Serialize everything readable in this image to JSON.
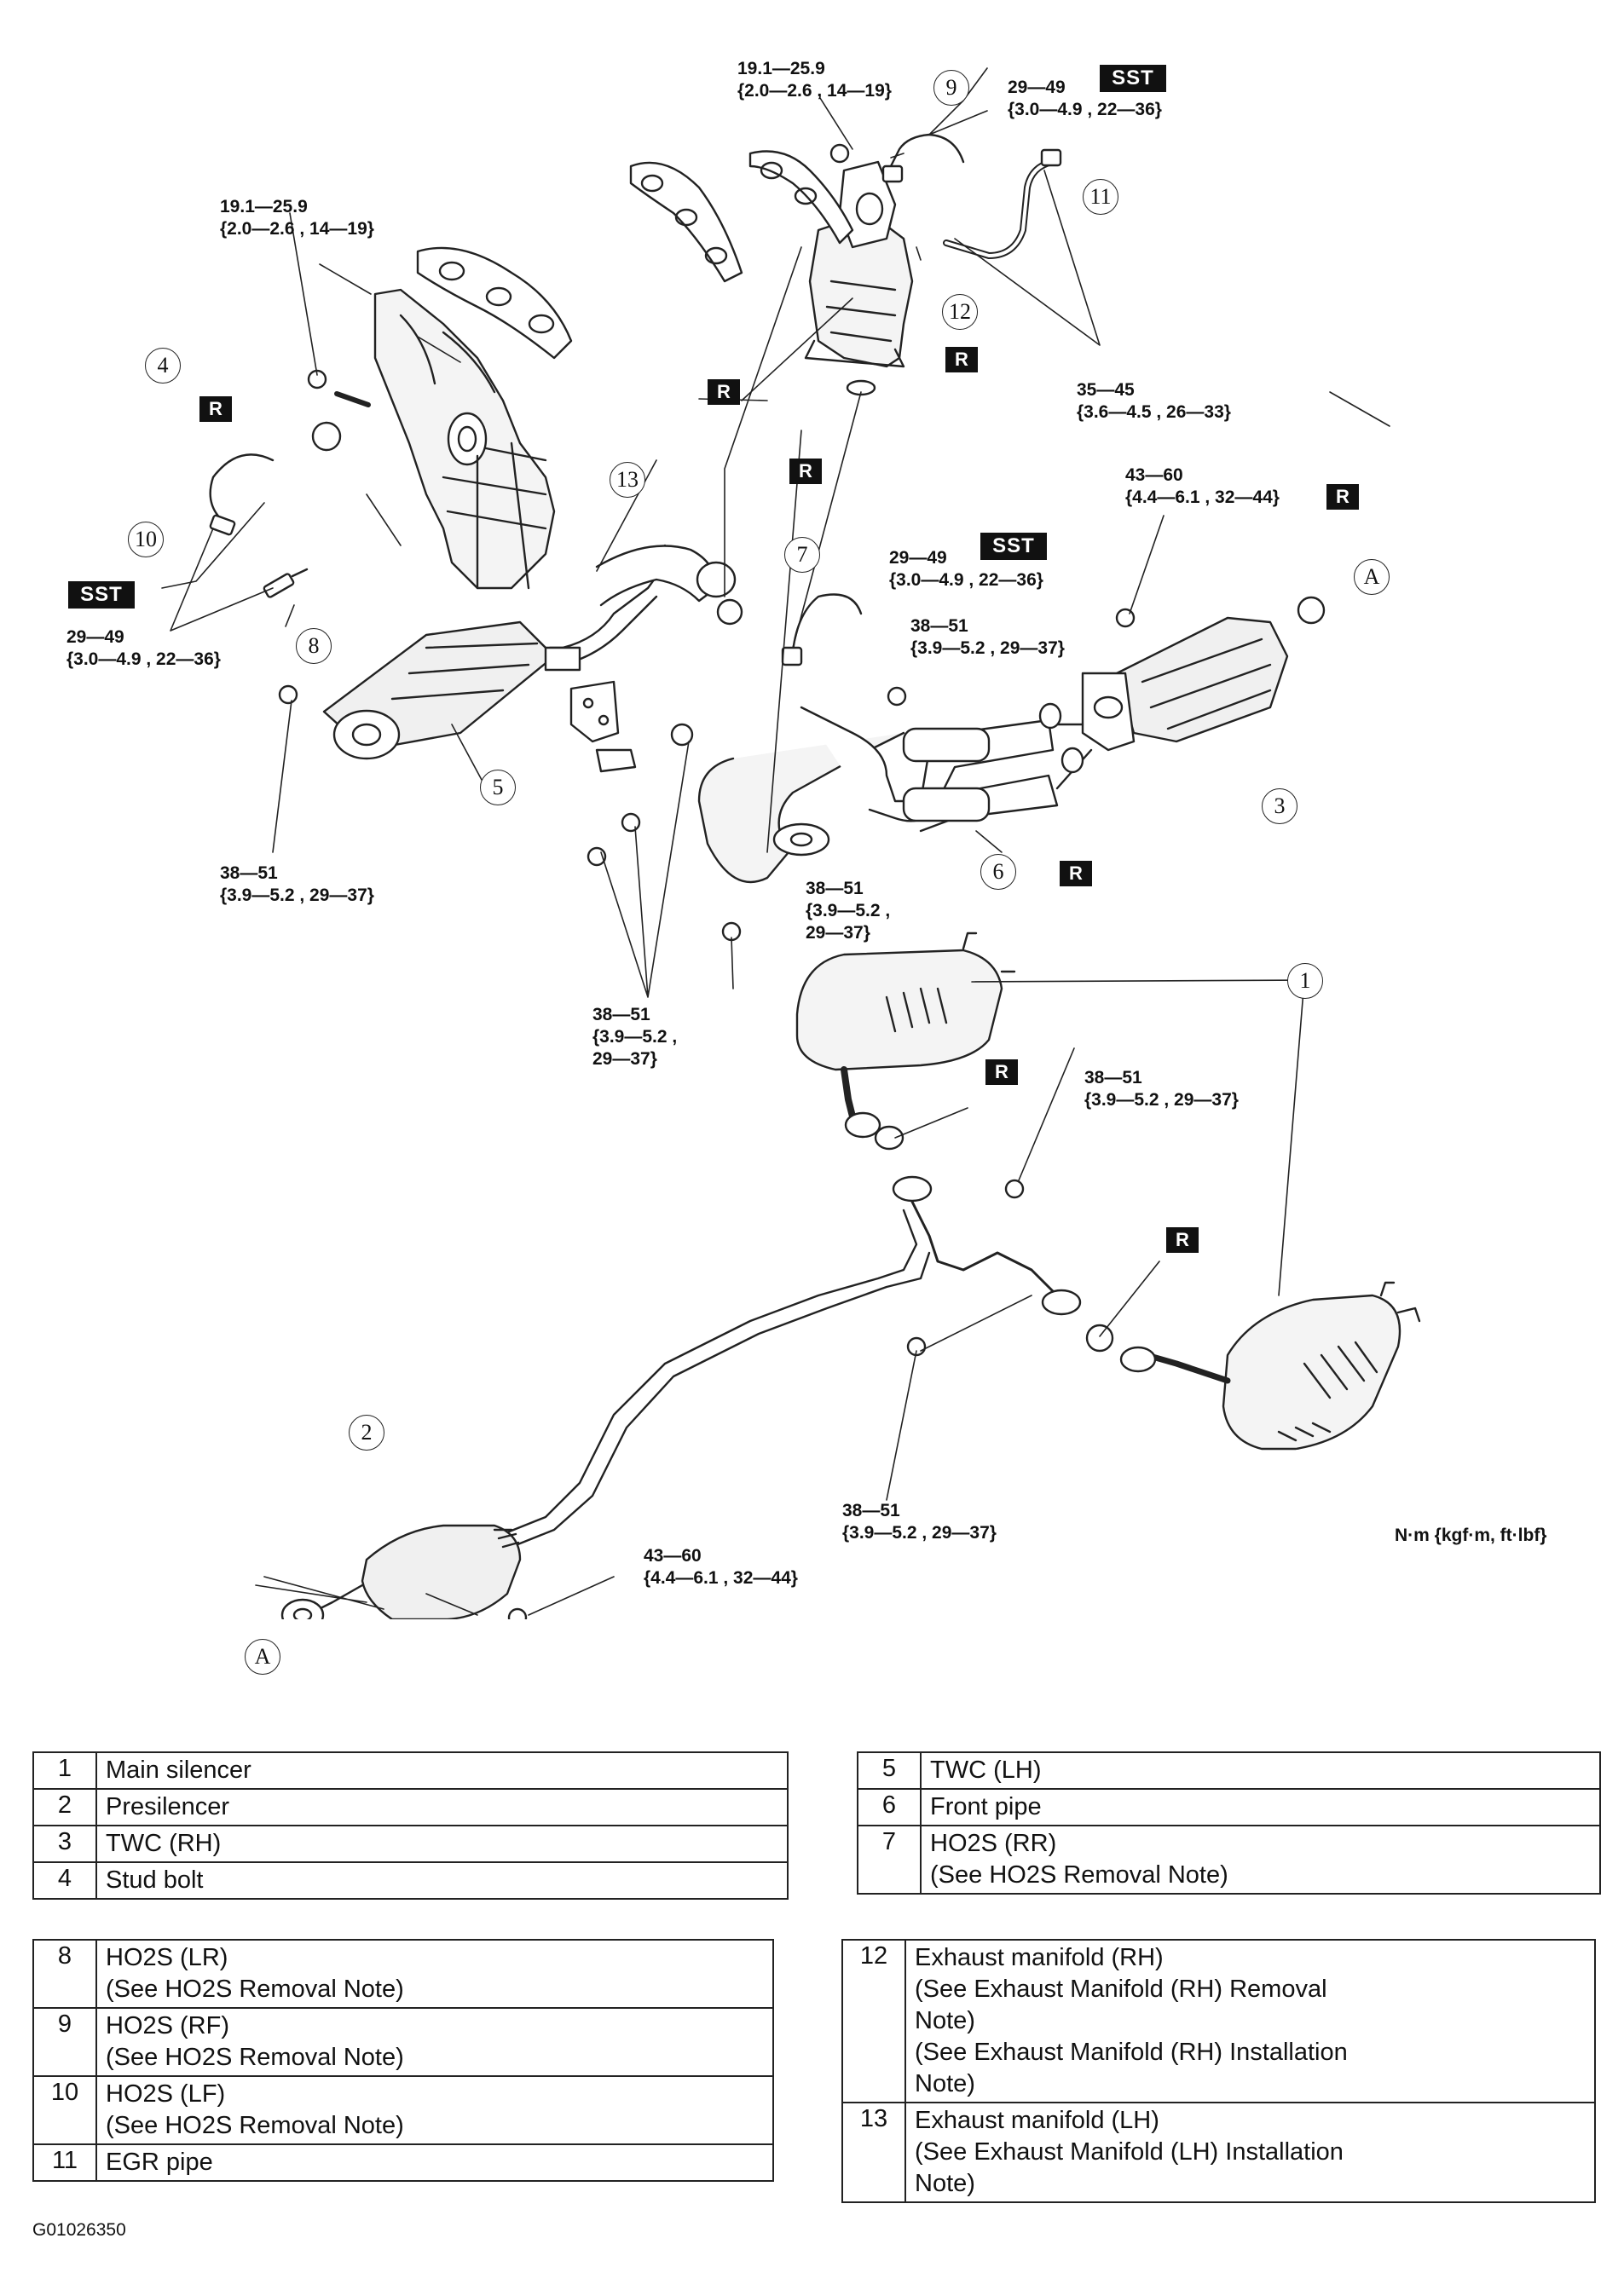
{
  "torque_labels": [
    {
      "id": "t1",
      "text": "19.1—25.9\n{2.0—2.6 , 14—19}"
    },
    {
      "id": "t2",
      "text": "29—49\n{3.0—4.9 , 22—36}"
    },
    {
      "id": "t3",
      "text": "19.1—25.9\n{2.0—2.6 , 14—19}"
    },
    {
      "id": "t4",
      "text": "35—45\n{3.6—4.5 , 26—33}"
    },
    {
      "id": "t5",
      "text": "43—60\n{4.4—6.1 , 32—44}"
    },
    {
      "id": "t6",
      "text": "29—49\n{3.0—4.9 , 22—36}"
    },
    {
      "id": "t7",
      "text": "38—51\n{3.9—5.2 , 29—37}"
    },
    {
      "id": "t8",
      "text": "29—49\n{3.0—4.9 , 22—36}"
    },
    {
      "id": "t9",
      "text": "38—51\n{3.9—5.2 , 29—37}"
    },
    {
      "id": "t10",
      "text": "38—51\n{3.9—5.2 ,\n29—37}"
    },
    {
      "id": "t11",
      "text": "38—51\n{3.9—5.2 ,\n29—37}"
    },
    {
      "id": "t12",
      "text": "38—51\n{3.9—5.2 , 29—37}"
    },
    {
      "id": "t13",
      "text": "38—51\n{3.9—5.2 , 29—37}"
    },
    {
      "id": "t14",
      "text": "43—60\n{4.4—6.1 , 32—44}"
    }
  ],
  "badges": {
    "replace": "R",
    "special_tool": "SST"
  },
  "callouts": [
    "1",
    "2",
    "3",
    "4",
    "5",
    "6",
    "7",
    "8",
    "9",
    "10",
    "11",
    "12",
    "13",
    "A"
  ],
  "units_label": "N·m {kgf·m,  ft·lbf}",
  "figure_id": "G01026350",
  "legend": {
    "table1": [
      {
        "num": "1",
        "desc": "Main silencer"
      },
      {
        "num": "2",
        "desc": "Presilencer"
      },
      {
        "num": "3",
        "desc": "TWC (RH)"
      },
      {
        "num": "4",
        "desc": "Stud bolt"
      }
    ],
    "table2": [
      {
        "num": "5",
        "desc": "TWC (LH)"
      },
      {
        "num": "6",
        "desc": "Front pipe"
      },
      {
        "num": "7",
        "desc": "HO2S (RR)\n(See HO2S Removal Note)"
      }
    ],
    "table3": [
      {
        "num": "8",
        "desc": "HO2S (LR)\n(See HO2S Removal Note)"
      },
      {
        "num": "9",
        "desc": "HO2S (RF)\n(See HO2S Removal Note)"
      },
      {
        "num": "10",
        "desc": "HO2S (LF)\n(See HO2S Removal Note)"
      },
      {
        "num": "11",
        "desc": "EGR pipe"
      }
    ],
    "table4": [
      {
        "num": "12",
        "desc": "Exhaust manifold (RH)\n(See Exhaust Manifold (RH) Removal\nNote)\n(See Exhaust Manifold (RH) Installation\nNote)"
      },
      {
        "num": "13",
        "desc": "Exhaust manifold (LH)\n(See Exhaust Manifold (LH) Installation\nNote)"
      }
    ]
  }
}
